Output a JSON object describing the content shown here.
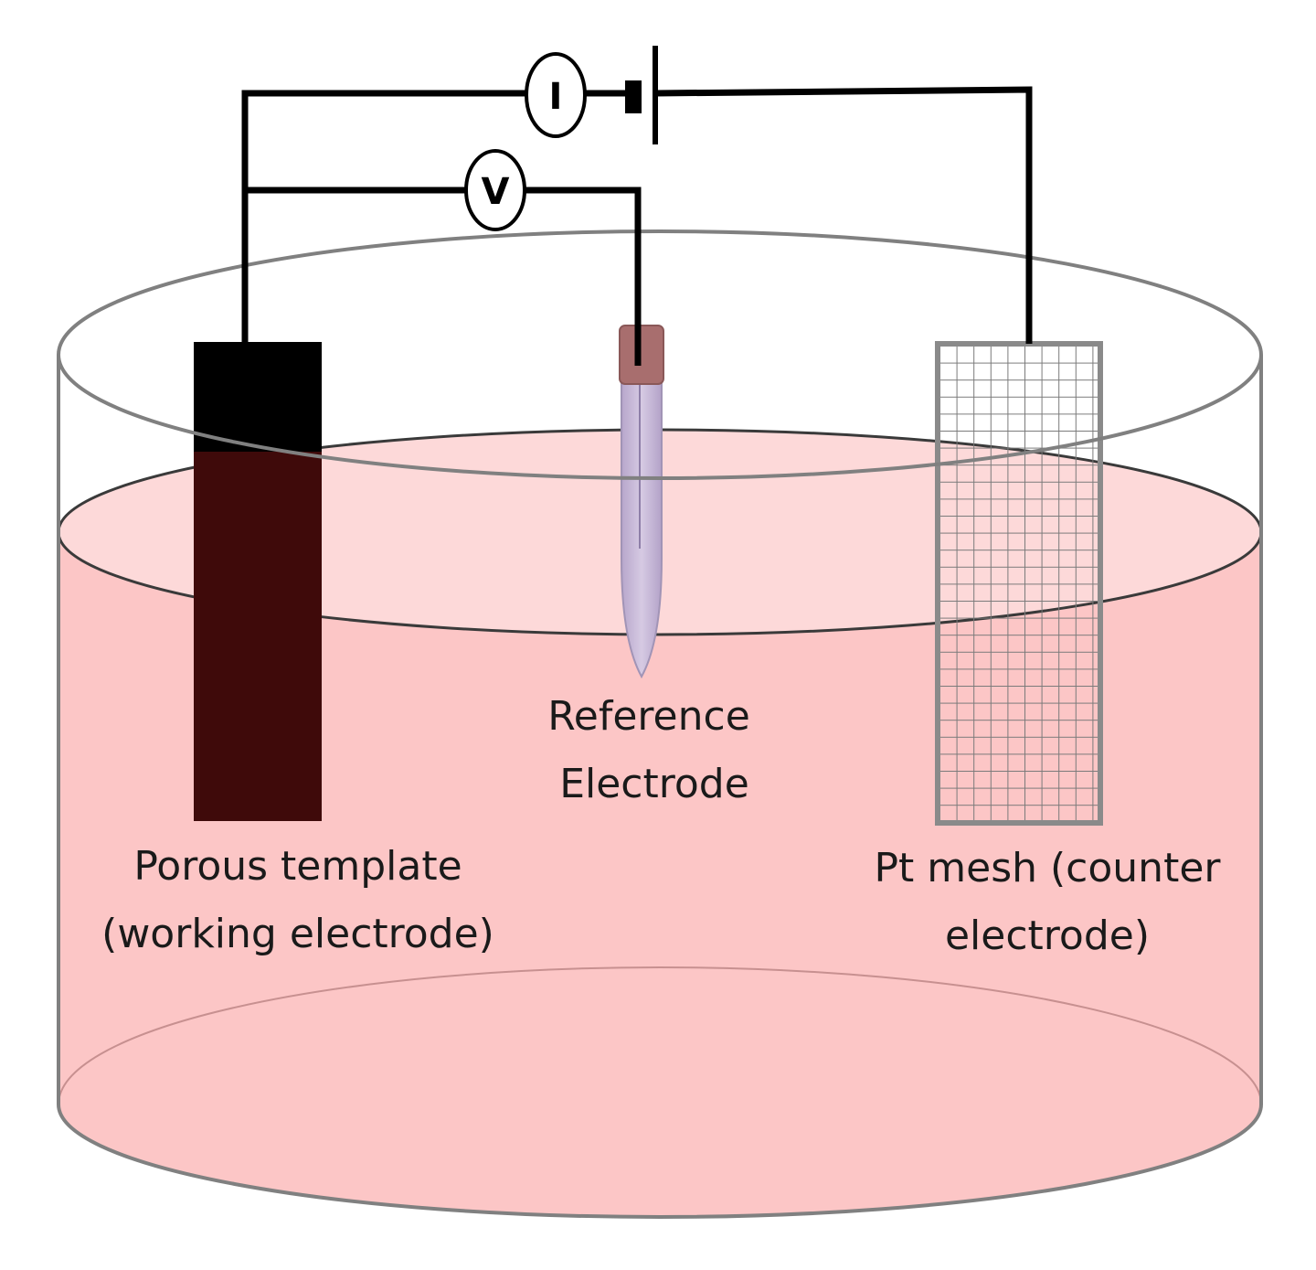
{
  "meters": {
    "current": "I",
    "voltage": "V"
  },
  "labels": {
    "reference": [
      "Reference",
      "Electrode"
    ],
    "working": [
      "Porous template",
      "(working electrode)"
    ],
    "counter": [
      "Pt mesh (counter",
      "electrode)"
    ]
  },
  "colors": {
    "electrolyte": "#fcc6c6",
    "electrolyte_surface": "#fdd9d9",
    "working_electrode": "#000000",
    "reference_tube": "#c9b8d8",
    "reference_cap": "#a86e6e",
    "mesh": "#8a8a8a",
    "wire": "#000000",
    "beaker": "#808080"
  },
  "components": {
    "battery_icon": "battery-symbol",
    "mesh_icon": "grid-mesh"
  }
}
